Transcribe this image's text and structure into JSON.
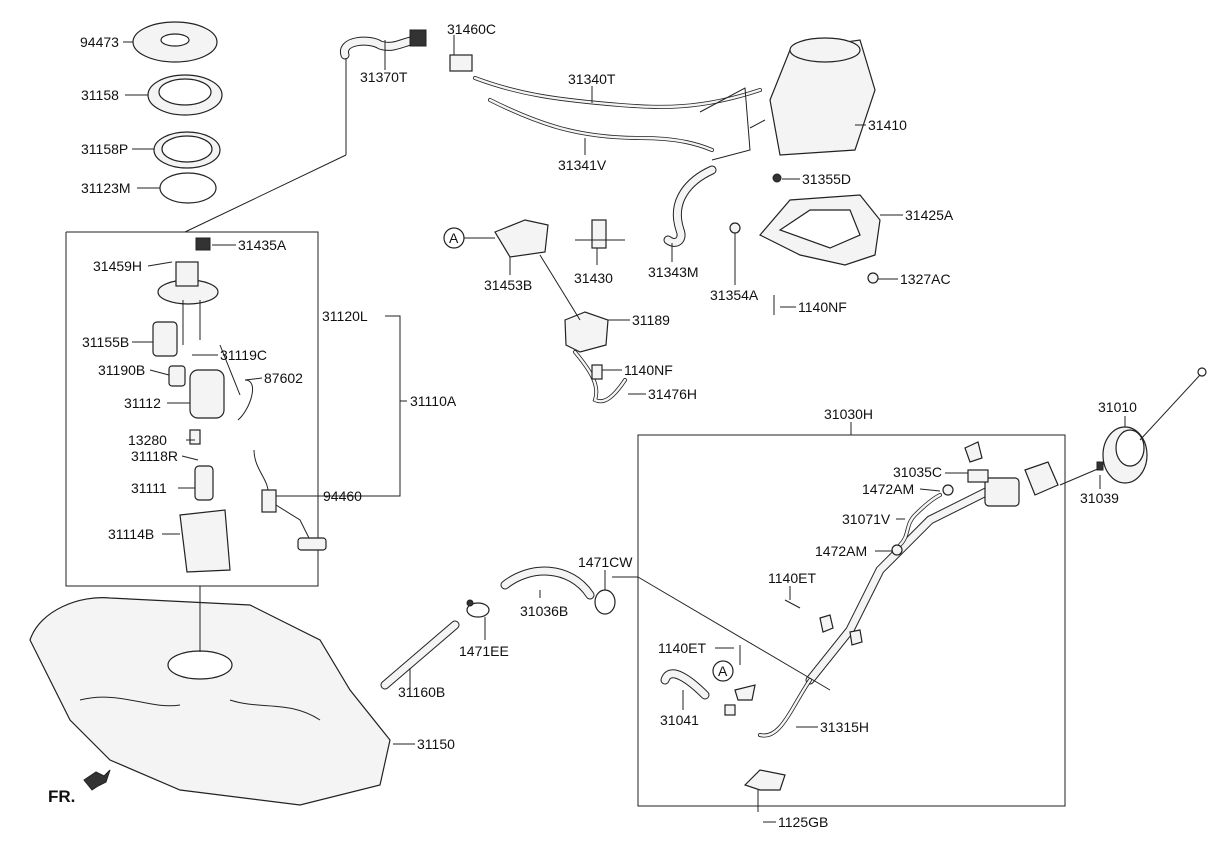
{
  "diagram": {
    "labels": {
      "l94473": "94473",
      "l31158": "31158",
      "l31158P": "31158P",
      "l31123M": "31123M",
      "l31459H": "31459H",
      "l31435A": "31435A",
      "l31120L": "31120L",
      "l31155B": "31155B",
      "l31119C": "31119C",
      "l31190B": "31190B",
      "l87602": "87602",
      "l31112": "31112",
      "l31110A": "31110A",
      "l13280": "13280",
      "l31118R": "31118R",
      "l31111": "31111",
      "l94460": "94460",
      "l31114B": "31114B",
      "l31460C": "31460C",
      "l31370T": "31370T",
      "l31340T": "31340T",
      "l31410": "31410",
      "l31341V": "31341V",
      "l31355D": "31355D",
      "l31425A": "31425A",
      "lA1": "A",
      "l31453B": "31453B",
      "l31430": "31430",
      "l31343M": "31343M",
      "l31354A": "31354A",
      "l1327AC": "1327AC",
      "l1140NF_a": "1140NF",
      "l31189": "31189",
      "l1140NF_b": "1140NF",
      "l31476H": "31476H",
      "l31030H": "31030H",
      "l31010": "31010",
      "l31035C": "31035C",
      "l1472AM_a": "1472AM",
      "l31039": "31039",
      "l31071V": "31071V",
      "l1472AM_b": "1472AM",
      "l1471CW": "1471CW",
      "l1140ET_a": "1140ET",
      "l31036B": "31036B",
      "l1471EE": "1471EE",
      "l1140ET_b": "1140ET",
      "lA2": "A",
      "l31160B": "31160B",
      "l31041": "31041",
      "l31315H": "31315H",
      "l31150": "31150",
      "l1125GB": "1125GB",
      "fr": "FR."
    }
  }
}
